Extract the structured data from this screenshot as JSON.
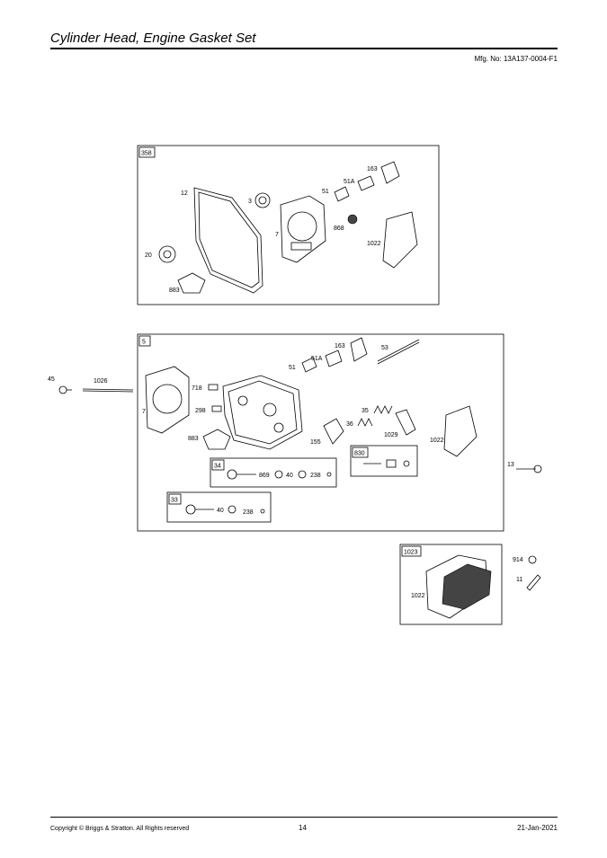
{
  "header": {
    "title": "Cylinder Head, Engine Gasket Set",
    "mfg": "Mfg. No: 13A137-0004-F1"
  },
  "footer": {
    "copyright": "Copyright © Briggs & Stratton. All Rights reserved",
    "page": "14",
    "date": "21-Jan-2021"
  },
  "callouts": {
    "k358": "358",
    "k12": "12",
    "k3": "3",
    "k7": "7",
    "k51": "51",
    "k51a": "51A",
    "k163": "163",
    "k868": "868",
    "k1022": "1022",
    "k20": "20",
    "k883": "883",
    "k5": "5",
    "k53": "53",
    "k45": "45",
    "k1026": "1026",
    "k718": "718",
    "k298": "298",
    "k35": "35",
    "k36": "36",
    "k1029": "1029",
    "k155": "155",
    "k830": "830",
    "k13": "13",
    "k34": "34",
    "k869": "869",
    "k40": "40",
    "k238": "238",
    "k33": "33",
    "k1023": "1023",
    "k914": "914",
    "k11": "11"
  }
}
